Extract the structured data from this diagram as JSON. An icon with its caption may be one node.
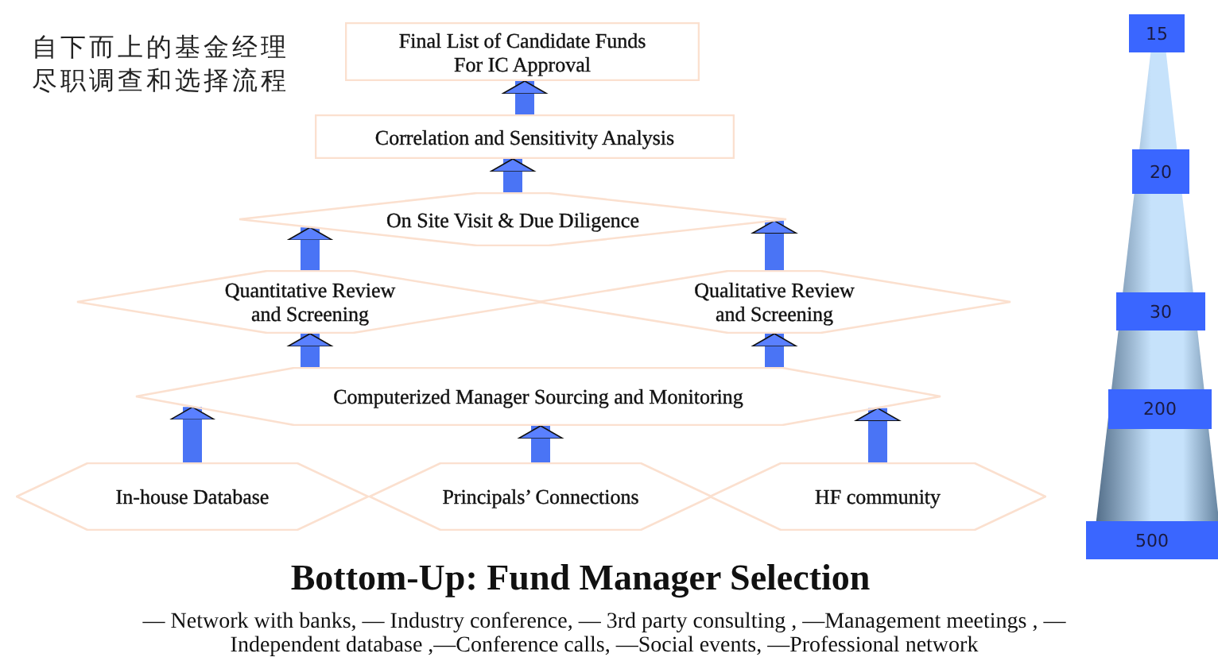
{
  "diagram": {
    "title": "Bottom-Up: Fund Manager Selection",
    "nodes": [
      {
        "text": [
          "Final List of Candidate Funds For IC Approval"
        ]
      },
      {
        "text": [
          "Correlation and Sensitivity Analysis"
        ]
      },
      {
        "text": [
          "On Site Visit & Due Diligence"
        ]
      },
      {
        "text": [
          "Quantitative Review and Screening"
        ]
      },
      {
        "text": [
          "Qualitative Review and Screening"
        ]
      },
      {
        "text": [
          "Computerized Manager Sourcing and Monitoring"
        ]
      },
      {
        "text": [
          "In-house Database"
        ]
      },
      {
        "text": [
          "Principals’ Connections"
        ]
      },
      {
        "text": [
          "HF community"
        ]
      },
      {
        "text": [
          "15"
        ]
      },
      {
        "text": [
          "20"
        ]
      },
      {
        "text": [
          "30"
        ]
      },
      {
        "text": [
          "200"
        ]
      },
      {
        "text": [
          "500"
        ]
      }
    ],
    "edges": [
      {
        "from": 1,
        "to": 0,
        "arrow": "to"
      },
      {
        "from": 2,
        "to": 1,
        "arrow": "to"
      },
      {
        "from": 3,
        "to": 2,
        "arrow": "to"
      },
      {
        "from": 4,
        "to": 2,
        "arrow": "to"
      },
      {
        "from": 5,
        "to": 3,
        "arrow": "to"
      },
      {
        "from": 5,
        "to": 4,
        "arrow": "to"
      },
      {
        "from": 6,
        "to": 5,
        "arrow": "to"
      },
      {
        "from": 7,
        "to": 5,
        "arrow": "to"
      },
      {
        "from": 8,
        "to": 5,
        "arrow": "to"
      }
    ],
    "labels": [
      "自下而上的基金经理尽职调查和选择流程",
      "— Network with banks, — Industry conference, — 3rd party consulting , —Management meetings , —Independent database ,—Conference calls, —Social events, —Professional network"
    ]
  }
}
